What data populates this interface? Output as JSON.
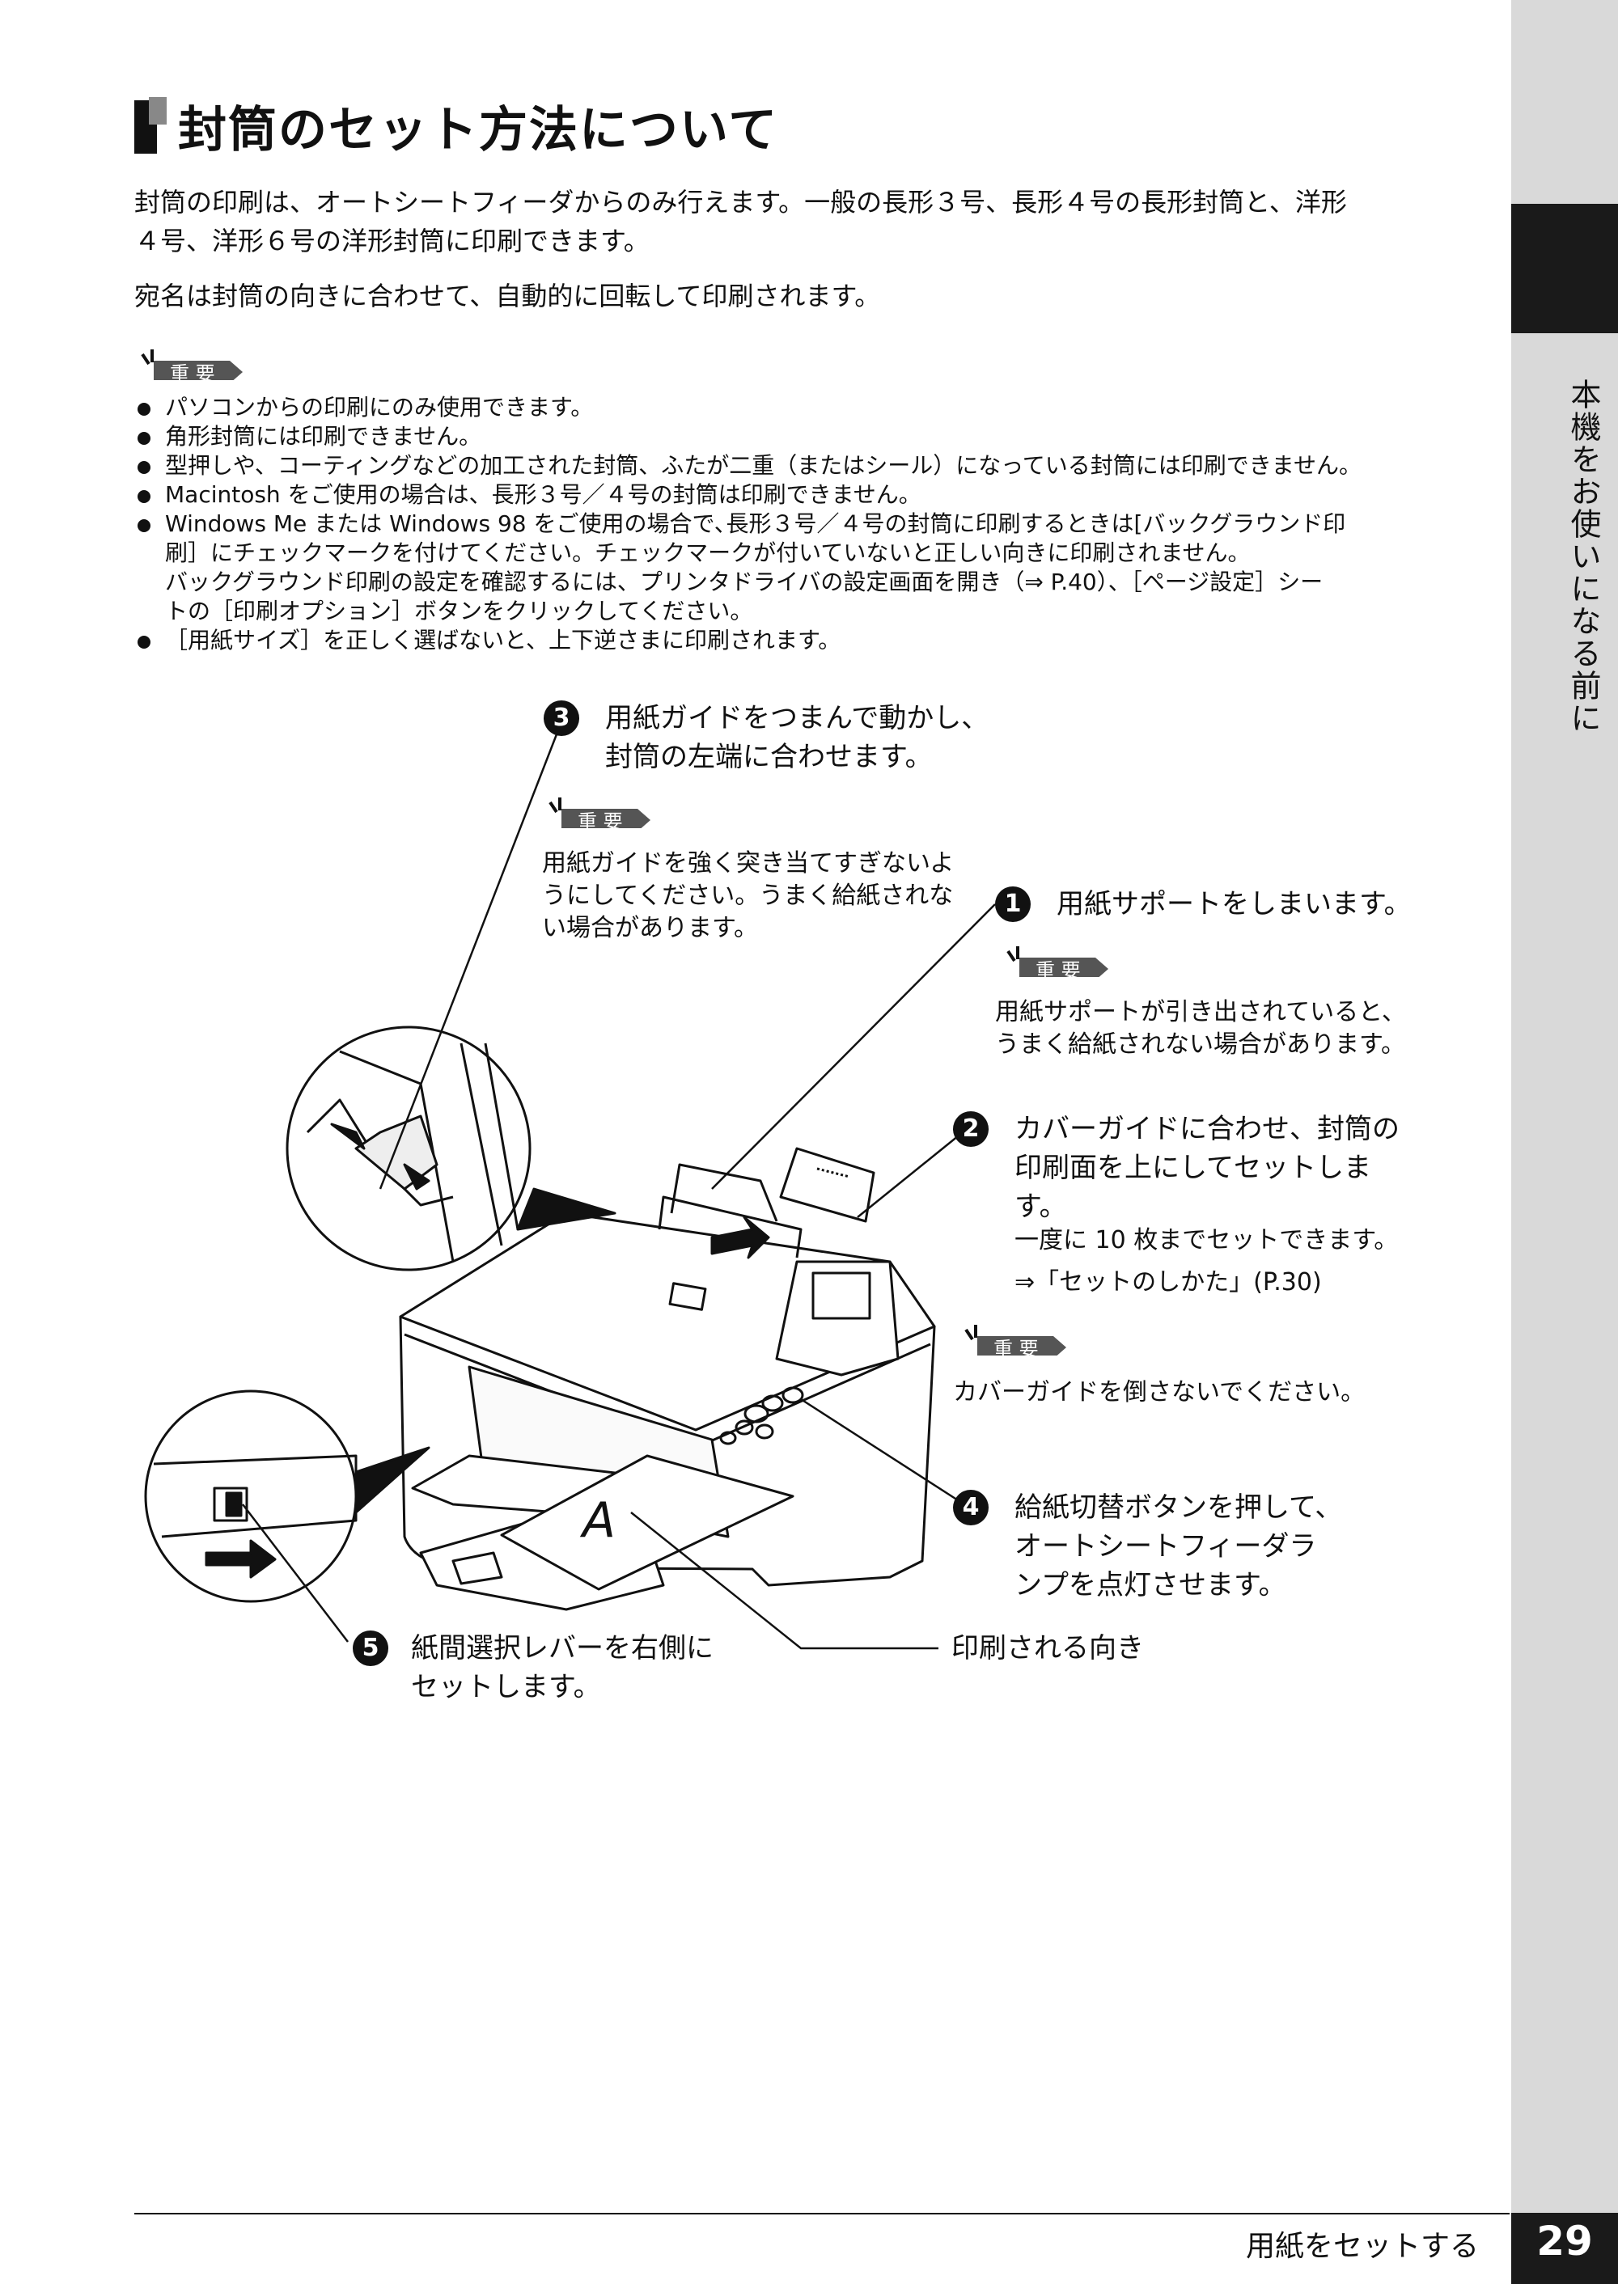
{
  "side_tab": {
    "label": "本機をお使いになる前に"
  },
  "title": "封筒のセット方法について",
  "intro": [
    "封筒の印刷は、オートシートフィーダからのみ行えます。一般の長形３号、長形４号の長形封筒と、洋形",
    "４号、洋形６号の洋形封筒に印刷できます。"
  ],
  "intro2": "宛名は封筒の向きに合わせて、自動的に回転して印刷されます。",
  "badge_text": "重 要",
  "important_notes": [
    [
      "パソコンからの印刷にのみ使用できます。"
    ],
    [
      "角形封筒には印刷できません。"
    ],
    [
      "型押しや、コーティングなどの加工された封筒、ふたが二重（またはシール）になっている封筒には印刷できません。"
    ],
    [
      "Macintosh をご使用の場合は、長形３号／４号の封筒は印刷できません。"
    ],
    [
      "Windows Me または Windows 98 をご使用の場合で､長形３号／４号の封筒に印刷するときは[バックグラウンド印",
      "刷］にチェックマークを付けてください。チェックマークが付いていないと正しい向きに印刷されません。",
      "バックグラウンド印刷の設定を確認するには、プリンタドライバの設定画面を開き（⇒ P.40）、［ページ設定］シー",
      "トの［印刷オプション］ボタンをクリックしてください。"
    ],
    [
      "［用紙サイズ］を正しく選ばないと、上下逆さまに印刷されます。"
    ]
  ],
  "steps": {
    "s1": {
      "num": "1",
      "text": "用紙サポートをしまいます。",
      "note": [
        "用紙サポートが引き出されていると、",
        "うまく給紙されない場合があります。"
      ]
    },
    "s2": {
      "num": "2",
      "text": [
        "カバーガイドに合わせ、封筒の",
        "印刷面を上にしてセットしま",
        "す。"
      ],
      "sub1": "一度に 10 枚までセットできます。",
      "sub2": "⇒「セットのしかた」(P.30)",
      "note": "カバーガイドを倒さないでください。"
    },
    "s3": {
      "num": "3",
      "text": [
        "用紙ガイドをつまんで動かし、",
        "封筒の左端に合わせます。"
      ],
      "note": [
        "用紙ガイドを強く突き当てすぎないよ",
        "うにしてください。うまく給紙されな",
        "い場合があります。"
      ]
    },
    "s4": {
      "num": "4",
      "text": [
        "給紙切替ボタンを押して、",
        "オートシートフィーダラ",
        "ンプを点灯させます。"
      ]
    },
    "s5": {
      "num": "5",
      "text": [
        "紙間選択レバーを右側に",
        "セットします。"
      ]
    },
    "direction_label": "印刷される向き",
    "envelope_letter": "A"
  },
  "footer": {
    "text": "用紙をセットする",
    "page": "29"
  }
}
